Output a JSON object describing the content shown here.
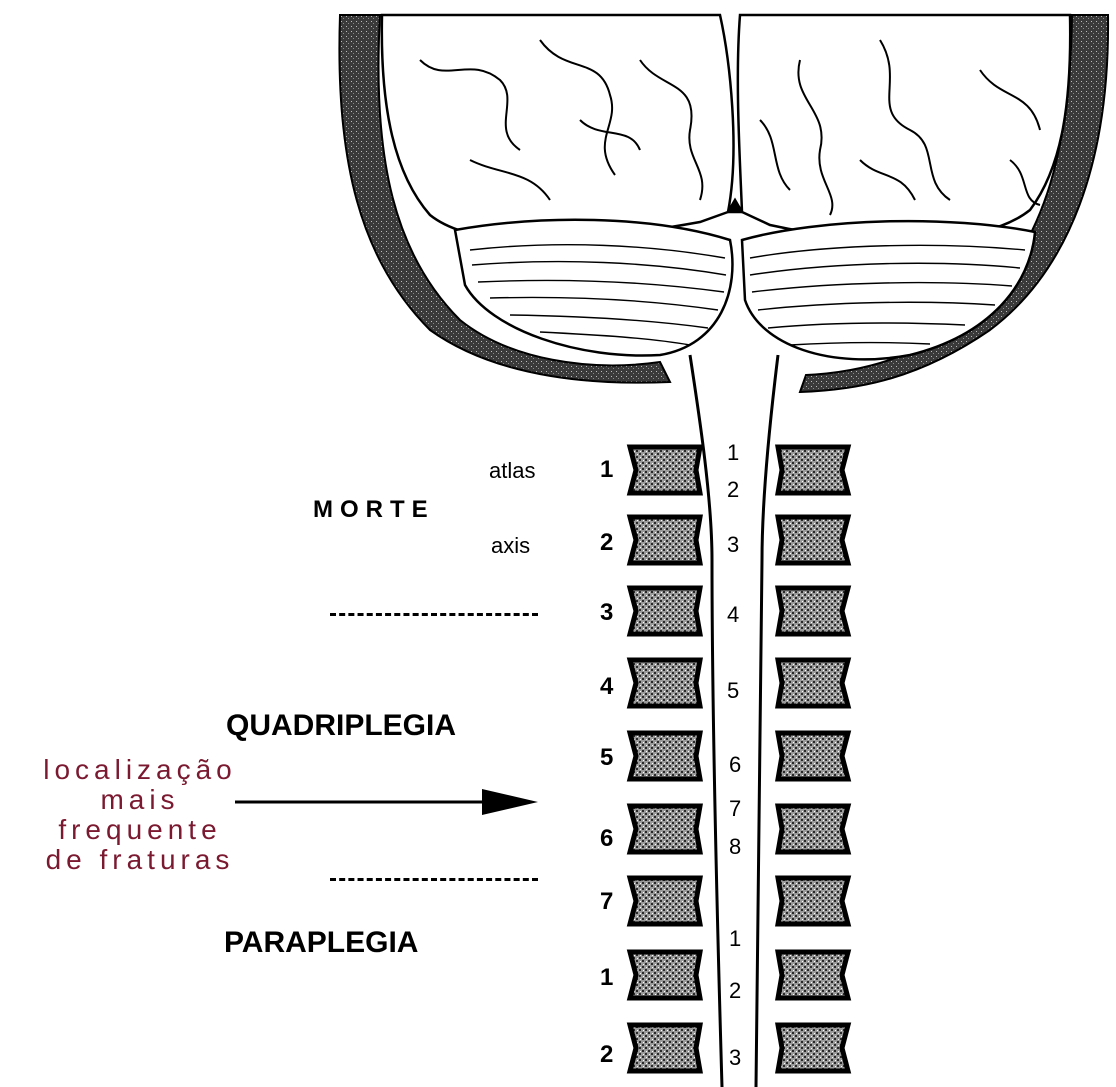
{
  "zones": {
    "top": "MORTE",
    "middle": "QUADRIPLEGIA",
    "bottom": "PARAPLEGIA"
  },
  "vertebra_names": {
    "first": "atlas",
    "second": "axis"
  },
  "vertebra_numbers": [
    "1",
    "2",
    "3",
    "4",
    "5",
    "6",
    "7",
    "1",
    "2"
  ],
  "segment_numbers": [
    "1",
    "2",
    "3",
    "4",
    "5",
    "6",
    "7",
    "8",
    "1",
    "2",
    "3"
  ],
  "annotation": {
    "line1": "localização",
    "line2": "mais",
    "line3": "frequente",
    "line4": "de fraturas"
  },
  "colors": {
    "annotation": "#7a1930",
    "line_art": "#000000",
    "bone_fill": "#5a5a5a"
  }
}
